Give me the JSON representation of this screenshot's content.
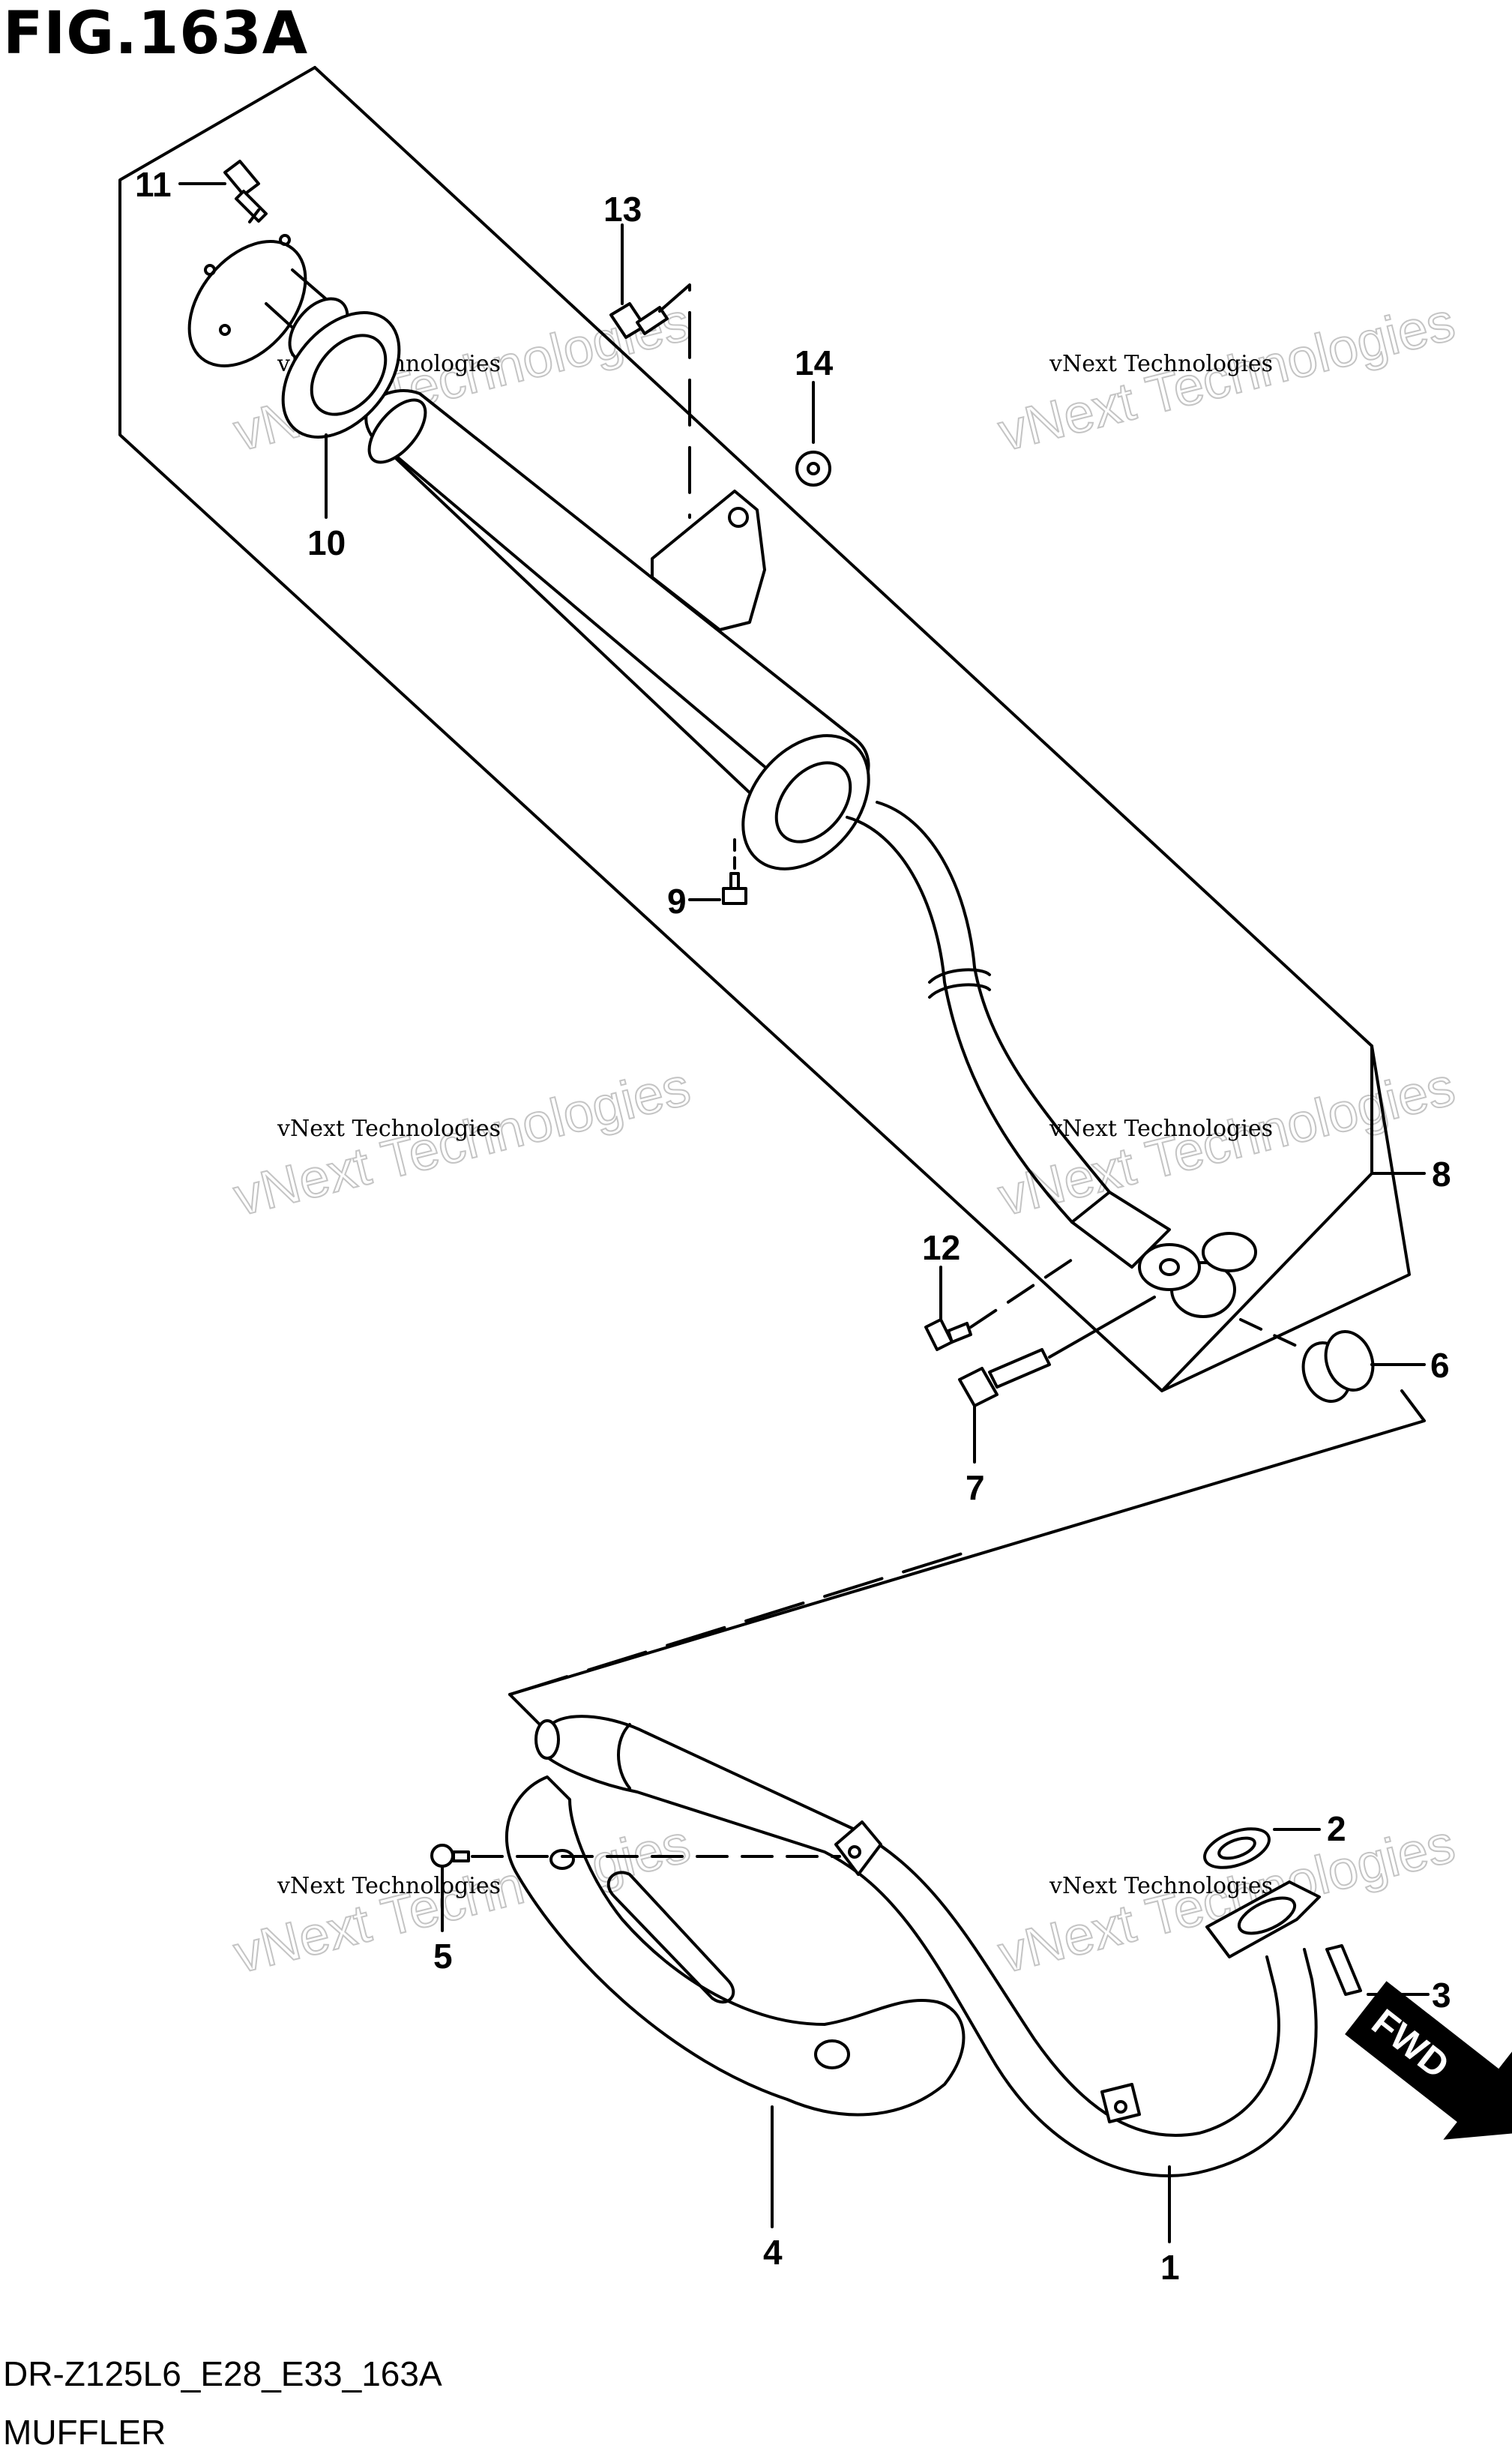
{
  "figure": {
    "title": "FIG.163A",
    "code": "DR-Z125L6_E28_E33_163A",
    "name": "MUFFLER"
  },
  "callouts": [
    {
      "label": "1",
      "part": "exhaust-pipe"
    },
    {
      "label": "2",
      "part": "gasket"
    },
    {
      "label": "3",
      "part": "stud-bolt"
    },
    {
      "label": "4",
      "part": "heat-protector"
    },
    {
      "label": "5",
      "part": "protector-screw"
    },
    {
      "label": "6",
      "part": "joint-cushion"
    },
    {
      "label": "7",
      "part": "clamp-bolt"
    },
    {
      "label": "8",
      "part": "muffler-assembly"
    },
    {
      "label": "9",
      "part": "drain-screw"
    },
    {
      "label": "10",
      "part": "end-cap-gasket"
    },
    {
      "label": "11",
      "part": "end-cap-bolt"
    },
    {
      "label": "12",
      "part": "bracket-bolt"
    },
    {
      "label": "13",
      "part": "mounting-bolt"
    },
    {
      "label": "14",
      "part": "mounting-nut"
    }
  ],
  "watermark": {
    "small": "vNext Technologies",
    "large": "vNext Technologies"
  },
  "direction_badge": "FWD",
  "colors": {
    "line": "#000000",
    "background": "#ffffff",
    "watermark": "#c4c4c4"
  }
}
